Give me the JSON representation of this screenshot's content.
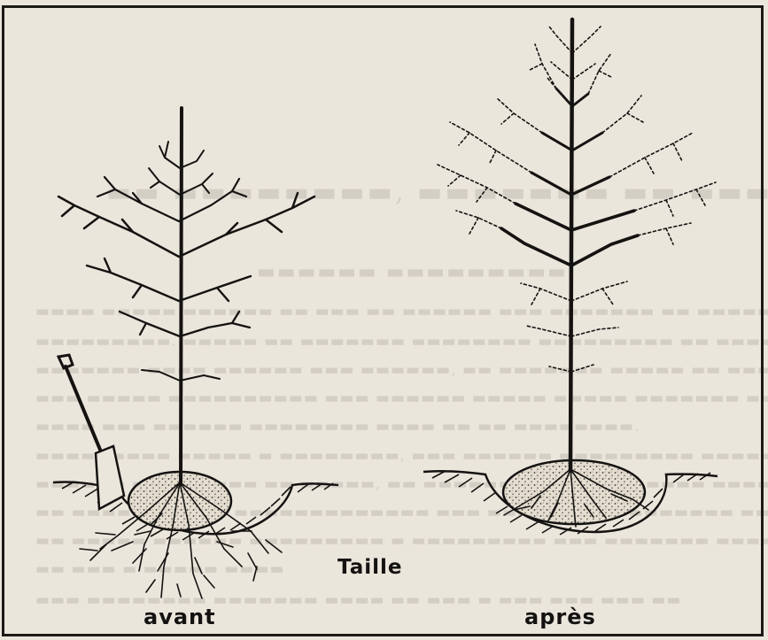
{
  "labels": {
    "title": "Taille",
    "before": "avant",
    "after": "après"
  },
  "colors": {
    "ink": "#141311",
    "paper": "#ebe6dc",
    "soil": "#cfc8bb"
  },
  "icons": [
    "spade-icon",
    "tree-before-icon",
    "tree-after-icon"
  ]
}
